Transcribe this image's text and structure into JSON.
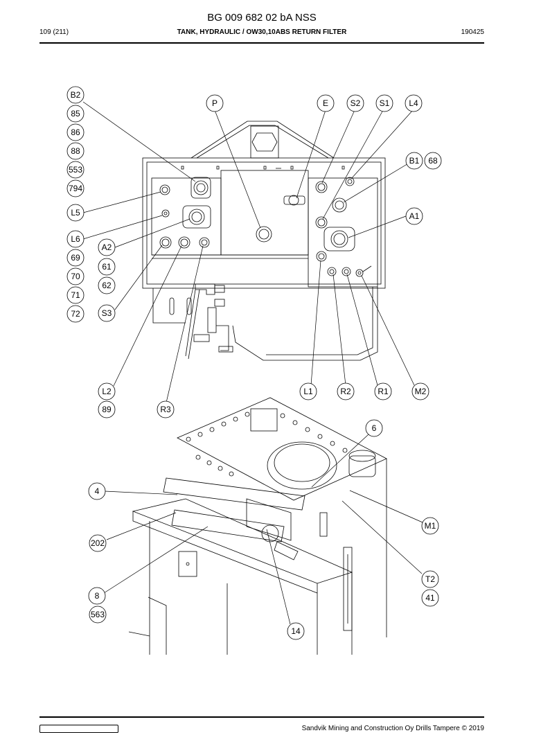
{
  "header": {
    "document_id": "BG 009 682 02 bA NSS",
    "page": "109 (211)",
    "title": "TANK, HYDRAULIC / OW30,10ABS RETURN FILTER",
    "date": "190425"
  },
  "footer": {
    "copyright": "Sandvik Mining and Construction Oy Drills Tampere © 2019"
  },
  "callouts_top": [
    "B2",
    "85",
    "86",
    "88",
    "553",
    "794",
    "P",
    "E",
    "S2",
    "S1",
    "L4",
    "B1",
    "68",
    "L5",
    "A1",
    "L6",
    "A2",
    "69",
    "61",
    "70",
    "62",
    "71",
    "72",
    "S3",
    "L2",
    "L1",
    "R2",
    "R1",
    "M2",
    "89",
    "R3"
  ],
  "callouts_bottom": [
    "6",
    "4",
    "M1",
    "202",
    "T2",
    "41",
    "8",
    "563",
    "14"
  ],
  "colors": {
    "line": "#000000",
    "background": "#ffffff"
  }
}
